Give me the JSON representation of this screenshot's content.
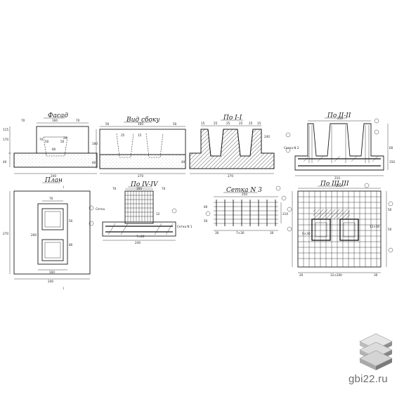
{
  "views": {
    "facade": {
      "title": "Фасад",
      "dims": [
        "70",
        "160",
        "70",
        "70",
        "50",
        "50",
        "20",
        "80",
        "240",
        "170",
        "115",
        "40"
      ]
    },
    "side": {
      "title": "Вид сбоку",
      "dims": [
        "50",
        "160",
        "50",
        "180",
        "25",
        "15",
        "270",
        "40"
      ]
    },
    "section_1": {
      "title": "По I-I",
      "dims": [
        "15",
        "25",
        "25",
        "25",
        "25",
        "15",
        "270",
        "40",
        "240"
      ],
      "mark": "I"
    },
    "section_2": {
      "title": "По II-II",
      "dims": [
        "250",
        "60",
        "210",
        "150"
      ],
      "labels": [
        "Сетка N 2"
      ]
    },
    "plan": {
      "title": "План",
      "dims": [
        "70",
        "50",
        "270",
        "200",
        "160",
        "240",
        "80"
      ],
      "mark": "I"
    },
    "section_4": {
      "title": "По IV-IV",
      "dims": [
        "70",
        "160",
        "70",
        "12",
        "7×20",
        "240"
      ],
      "labels": [
        "Сетка",
        "Сетка N 1"
      ]
    },
    "mesh_3": {
      "title": "Сетка N 3",
      "dims": [
        "250",
        "7×30",
        "30",
        "30",
        "210",
        "60",
        "50"
      ]
    },
    "section_3": {
      "title": "По III-III",
      "dims": [
        "270",
        "12×200",
        "12×30",
        "6×30",
        "20",
        "50",
        "30",
        "50"
      ]
    }
  },
  "brand": {
    "text": "gbi22.ru"
  }
}
